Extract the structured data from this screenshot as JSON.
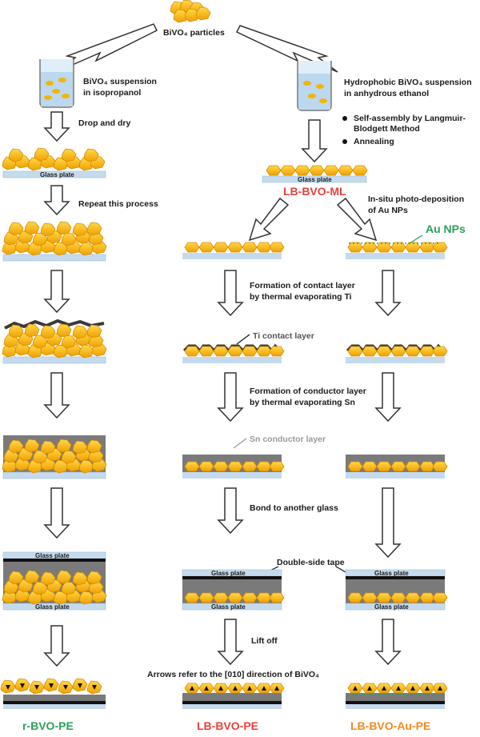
{
  "top": {
    "particles": "BiVO₄ particles"
  },
  "left": {
    "suspension_l1": "BiVO₄ suspension",
    "suspension_l2": "in isopropanol",
    "drop_dry": "Drop and dry",
    "glass_plate": "Glass plate",
    "repeat": "Repeat this process",
    "glass_top": "Glass plate",
    "glass_bottom": "Glass plate",
    "product": "r-BVO-PE"
  },
  "right": {
    "suspension_l1": "Hydrophobic BiVO₄ suspension",
    "suspension_l2": "in anhydrous ethanol",
    "bullet1_l1": "Self-assembly by Langmuir-",
    "bullet1_l2": "Blodgett Method",
    "bullet2": "Annealing",
    "glass_plate": "Glass plate",
    "ml_label": "LB-BVO-ML",
    "insitu_l1": "In-situ photo-deposition",
    "insitu_l2": "of Au NPs",
    "au_label": "Au NPs",
    "contact_l1": "Formation of contact layer",
    "contact_l2": "by thermal evaporating Ti",
    "ti_label": "Ti contact layer",
    "conductor_l1": "Formation of conductor layer",
    "conductor_l2": "by thermal evaporating Sn",
    "sn_label": "Sn conductor layer",
    "bond": "Bond to another glass",
    "tape": "Double-side tape",
    "glass_top_mid": "Glass plate",
    "glass_bottom_mid": "Glass plate",
    "glass_top_right": "Glass plate",
    "glass_bottom_right": "Glass plate",
    "lift_off": "Lift off",
    "arrows_note": "Arrows refer to the [010] direction of BiVO₄",
    "product_mid": "LB-BVO-PE",
    "product_right": "LB-BVO-Au-PE"
  },
  "colors": {
    "particle": "#f5b400",
    "particle_edge": "#d98c00",
    "glass": "#c5dbed",
    "metal_gray": "#7a7a7a",
    "ti_dark": "#3a3a3a",
    "tape_black": "#111111",
    "red": "#e8413a",
    "green": "#2aa05a",
    "orange": "#f08a24",
    "arrow_gray": "#8a8a8a"
  }
}
